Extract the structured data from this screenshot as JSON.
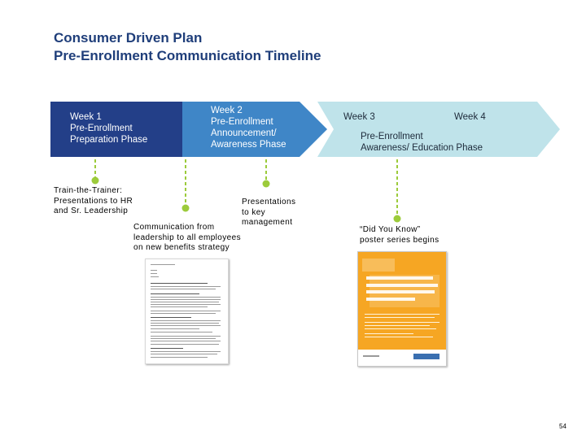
{
  "title": {
    "line1": "Consumer Driven Plan",
    "line2": "Pre-Enrollment Communication Timeline"
  },
  "timeline": {
    "colors": {
      "dark": "#233f88",
      "medium": "#3f86c7",
      "light": "#bfe3ea",
      "dot": "#9ccb3b"
    },
    "week1": {
      "l1": "Week 1",
      "l2": "Pre-Enrollment",
      "l3": "Preparation Phase"
    },
    "week2": {
      "l1": "Week 2",
      "l2": "Pre-Enrollment",
      "l3": "Announcement/",
      "l4": "Awareness Phase"
    },
    "week3": "Week 3",
    "week4": "Week 4",
    "week34": {
      "l1": "Pre-Enrollment",
      "l2": "Awareness/ Education Phase"
    }
  },
  "milestones": {
    "train": {
      "l1": "Train-the-Trainer:",
      "l2": "Presentations to HR",
      "l3": "and Sr. Leadership"
    },
    "communication": {
      "l1": "Communication from",
      "l2": "leadership to all employees",
      "l3": "on new benefits strategy"
    },
    "presentations": {
      "l1": "Presentations",
      "l2": "to key",
      "l3": "management"
    },
    "poster": {
      "l1": "“Did You Know”",
      "l2": "poster series begins"
    }
  },
  "page_number": "54"
}
